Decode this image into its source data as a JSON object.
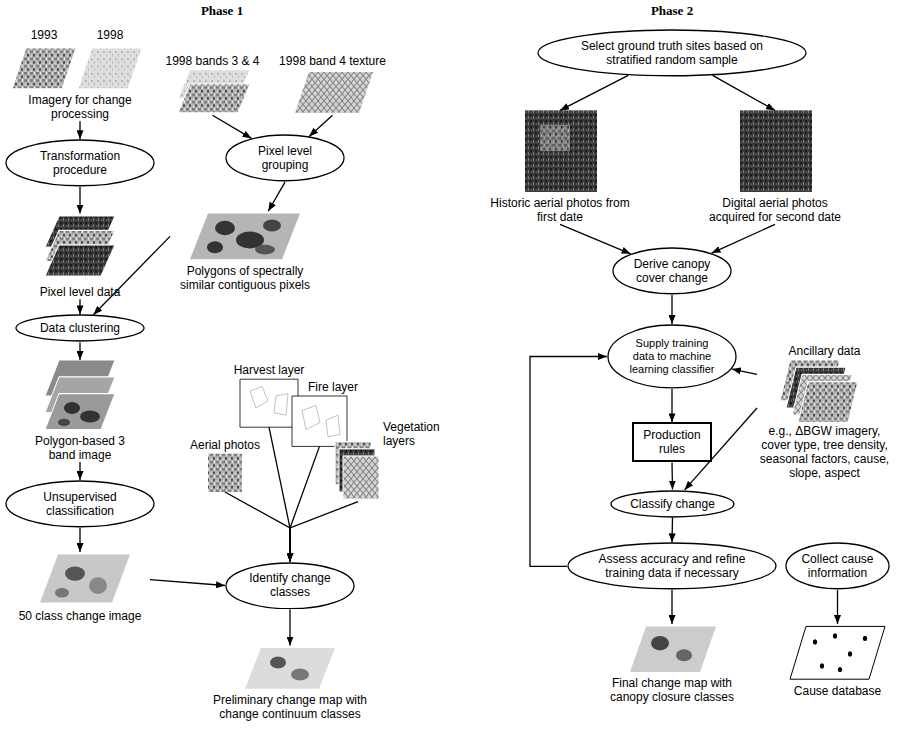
{
  "diagram": {
    "nodes": [
      {
        "text": [
          "Imagery for change processing"
        ]
      },
      {
        "text": [
          "Transformation procedure"
        ]
      },
      {
        "text": [
          "Pixel level data"
        ]
      },
      {
        "text": [
          "1998 bands 3 & 4"
        ]
      },
      {
        "text": [
          "1998 band 4 texture"
        ]
      },
      {
        "text": [
          "Pixel level grouping"
        ]
      },
      {
        "text": [
          "Polygons of spectrally similar contiguous pixels"
        ]
      },
      {
        "text": [
          "Data clustering"
        ]
      },
      {
        "text": [
          "Polygon-based 3 band image"
        ]
      },
      {
        "text": [
          "Unsupervised classification"
        ]
      },
      {
        "text": [
          "50 class change image"
        ]
      },
      {
        "text": [
          "Harvest layer"
        ]
      },
      {
        "text": [
          "Fire layer"
        ]
      },
      {
        "text": [
          "Aerial photos"
        ]
      },
      {
        "text": [
          "Vegetation layers"
        ]
      },
      {
        "text": [
          "Identify change classes"
        ]
      },
      {
        "text": [
          "Preliminary change map with change continuum classes"
        ]
      },
      {
        "text": [
          "Select ground truth sites based on stratified random sample"
        ]
      },
      {
        "text": [
          "Historic aerial photos from first date"
        ]
      },
      {
        "text": [
          "Digital aerial photos acquired for second date"
        ]
      },
      {
        "text": [
          "Derive canopy cover change"
        ]
      },
      {
        "text": [
          "Supply training data to machine learning classifier"
        ]
      },
      {
        "text": [
          "Ancillary data",
          "e.g., ΔBGW imagery, cover type, tree density, seasonal factors, cause, slope, aspect"
        ]
      },
      {
        "text": [
          "Production rules"
        ]
      },
      {
        "text": [
          "Classify change"
        ]
      },
      {
        "text": [
          "Assess accuracy and refine training data if necessary"
        ]
      },
      {
        "text": [
          "Collect cause information"
        ]
      },
      {
        "text": [
          "Final change map with canopy closure classes"
        ]
      },
      {
        "text": [
          "Cause database"
        ]
      }
    ],
    "edges": [
      {
        "from": 0,
        "to": 1,
        "arrow": "to"
      },
      {
        "from": 1,
        "to": 2,
        "arrow": "to"
      },
      {
        "from": 3,
        "to": 5,
        "arrow": "to"
      },
      {
        "from": 4,
        "to": 5,
        "arrow": "to"
      },
      {
        "from": 5,
        "to": 6,
        "arrow": "to"
      },
      {
        "from": 2,
        "to": 7,
        "arrow": "to"
      },
      {
        "from": 6,
        "to": 7,
        "arrow": "to"
      },
      {
        "from": 7,
        "to": 8,
        "arrow": "to"
      },
      {
        "from": 8,
        "to": 9,
        "arrow": "to"
      },
      {
        "from": 9,
        "to": 10,
        "arrow": "to"
      },
      {
        "from": 10,
        "to": 15,
        "arrow": "to"
      },
      {
        "from": 11,
        "to": 15,
        "arrow": "to"
      },
      {
        "from": 12,
        "to": 15,
        "arrow": "to"
      },
      {
        "from": 13,
        "to": 15,
        "arrow": "to"
      },
      {
        "from": 14,
        "to": 15,
        "arrow": "to"
      },
      {
        "from": 15,
        "to": 16,
        "arrow": "to"
      },
      {
        "from": 17,
        "to": 18,
        "arrow": "to"
      },
      {
        "from": 17,
        "to": 19,
        "arrow": "to"
      },
      {
        "from": 18,
        "to": 20,
        "arrow": "to"
      },
      {
        "from": 19,
        "to": 20,
        "arrow": "to"
      },
      {
        "from": 20,
        "to": 21,
        "arrow": "to"
      },
      {
        "from": 22,
        "to": 21,
        "arrow": "to"
      },
      {
        "from": 21,
        "to": 23,
        "arrow": "to"
      },
      {
        "from": 23,
        "to": 24,
        "arrow": "to"
      },
      {
        "from": 22,
        "to": 24,
        "arrow": "to"
      },
      {
        "from": 24,
        "to": 25,
        "arrow": "to"
      },
      {
        "from": 25,
        "to": 27,
        "arrow": "to"
      },
      {
        "from": 25,
        "to": 21,
        "arrow": "to"
      },
      {
        "from": 26,
        "to": 28,
        "arrow": "to"
      }
    ],
    "labels": [
      "Phase 1",
      "1993",
      "1998",
      "Phase 2"
    ]
  }
}
